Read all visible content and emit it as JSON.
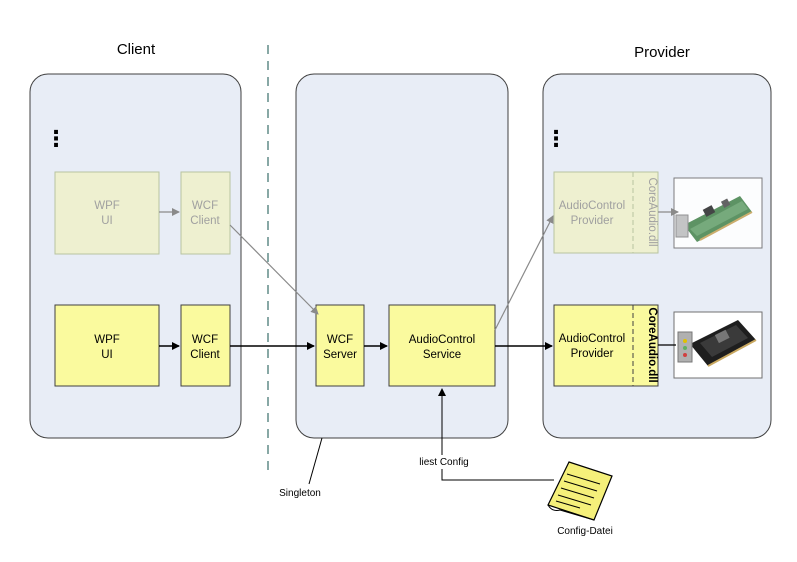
{
  "titles": {
    "client": "Client",
    "provider": "Provider"
  },
  "ellipsis": "⋮",
  "client": {
    "faded": {
      "wpf_ui": [
        "WPF",
        "UI"
      ],
      "wcf_client": [
        "WCF",
        "Client"
      ]
    },
    "active": {
      "wpf_ui": [
        "WPF",
        "UI"
      ],
      "wcf_client": [
        "WCF",
        "Client"
      ]
    }
  },
  "server": {
    "wcf_server": [
      "WCF",
      "Server"
    ],
    "audio_service": [
      "AudioControl",
      "Service"
    ]
  },
  "provider": {
    "faded": {
      "provider": [
        "AudioControl",
        "Provider"
      ],
      "dll": "CoreAudio.dll"
    },
    "active": {
      "provider": [
        "AudioControl",
        "Provider"
      ],
      "dll": "CoreAudio.dll"
    }
  },
  "annotations": {
    "singleton": "Singleton",
    "liest_config": "liest Config",
    "config_datei": "Config-Datei"
  },
  "colors": {
    "panel_fill": "#e8edf6",
    "panel_stroke": "#404040",
    "box_active": "#fafa9e",
    "box_faded": "#eef0d0",
    "text_faded": "#a0a0a0",
    "divider": "#3a6f6a"
  }
}
